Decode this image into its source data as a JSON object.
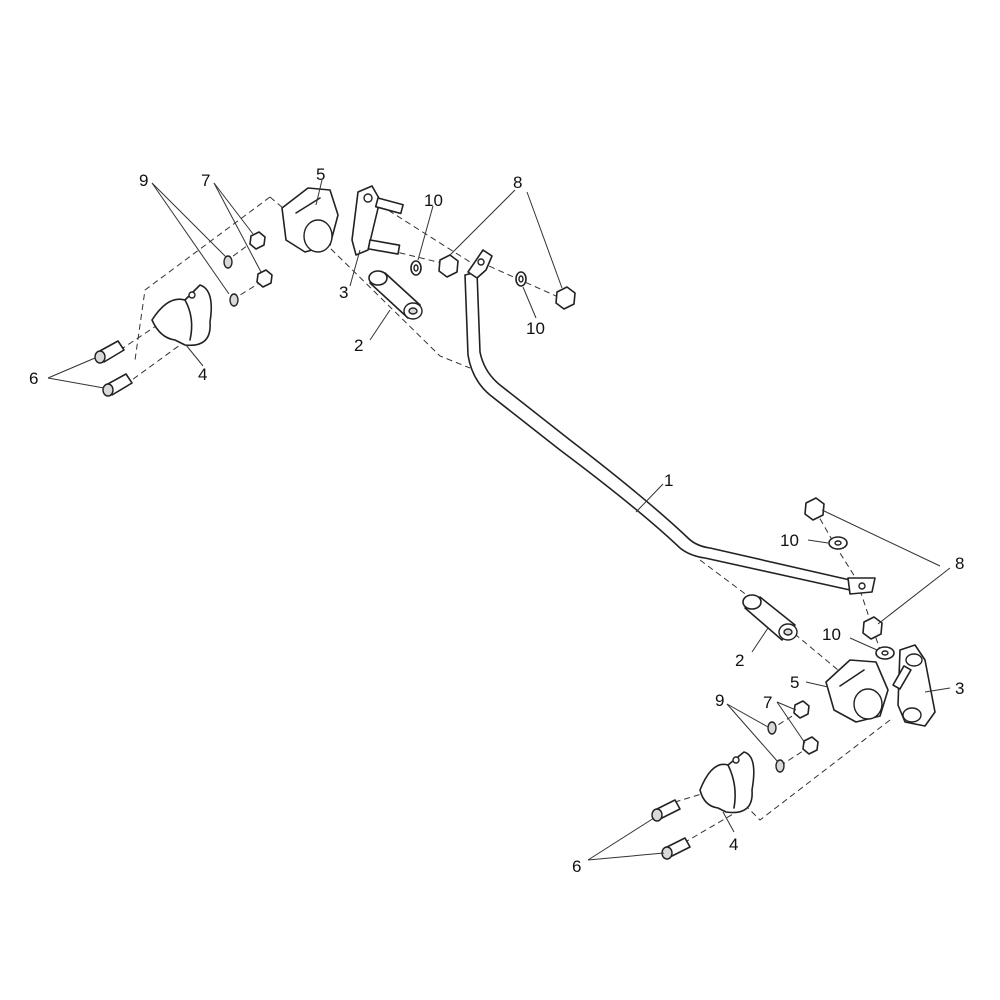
{
  "callouts": {
    "c1": "1",
    "c2a": "2",
    "c2b": "2",
    "c3a": "3",
    "c3b": "3",
    "c4a": "4",
    "c4b": "4",
    "c5a": "5",
    "c5b": "5",
    "c6a": "6",
    "c6b": "6",
    "c7a": "7",
    "c7b": "7",
    "c8a": "8",
    "c8b": "8",
    "c9a": "9",
    "c9b": "9",
    "c10a": "10",
    "c10b": "10",
    "c10c": "10",
    "c10d": "10"
  },
  "colors": {
    "line": "#222222",
    "background": "#ffffff"
  }
}
